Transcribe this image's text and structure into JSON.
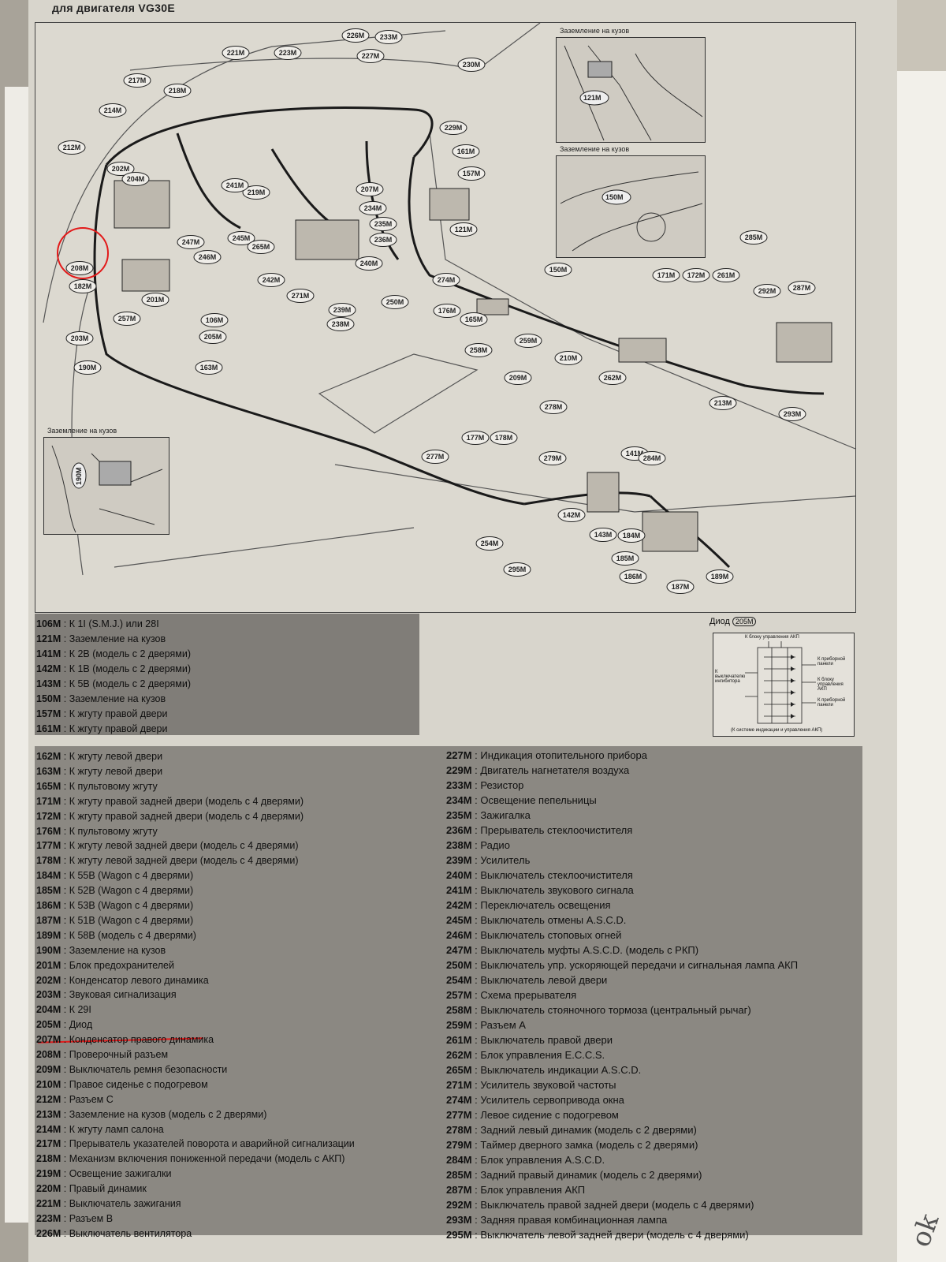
{
  "header": "для двигателя VG30E",
  "insets": {
    "ground1": "Заземление на кузов",
    "ground2": "Заземление на кузов",
    "ground3": "Заземление на кузов"
  },
  "connectors": [
    {
      "id": "106M"
    },
    {
      "id": "121M"
    },
    {
      "id": "121M"
    },
    {
      "id": "141M"
    },
    {
      "id": "142M"
    },
    {
      "id": "143M"
    },
    {
      "id": "150M"
    },
    {
      "id": "150M"
    },
    {
      "id": "157M"
    },
    {
      "id": "161M"
    },
    {
      "id": "163M"
    },
    {
      "id": "165M"
    },
    {
      "id": "171M"
    },
    {
      "id": "172M"
    },
    {
      "id": "176M"
    },
    {
      "id": "177M"
    },
    {
      "id": "178M"
    },
    {
      "id": "182M"
    },
    {
      "id": "184M"
    },
    {
      "id": "185M"
    },
    {
      "id": "186M"
    },
    {
      "id": "187M"
    },
    {
      "id": "189M"
    },
    {
      "id": "190M"
    },
    {
      "id": "190M"
    },
    {
      "id": "201M"
    },
    {
      "id": "202M"
    },
    {
      "id": "203M"
    },
    {
      "id": "204M"
    },
    {
      "id": "205M"
    },
    {
      "id": "207M"
    },
    {
      "id": "208M"
    },
    {
      "id": "209M"
    },
    {
      "id": "210M"
    },
    {
      "id": "212M"
    },
    {
      "id": "213M"
    },
    {
      "id": "214M"
    },
    {
      "id": "217M"
    },
    {
      "id": "218M"
    },
    {
      "id": "219M"
    },
    {
      "id": "221M"
    },
    {
      "id": "223M"
    },
    {
      "id": "226M"
    },
    {
      "id": "227M"
    },
    {
      "id": "229M"
    },
    {
      "id": "230M"
    },
    {
      "id": "233M"
    },
    {
      "id": "234M"
    },
    {
      "id": "235M"
    },
    {
      "id": "236M"
    },
    {
      "id": "238M"
    },
    {
      "id": "239M"
    },
    {
      "id": "240M"
    },
    {
      "id": "241M"
    },
    {
      "id": "242M"
    },
    {
      "id": "245M"
    },
    {
      "id": "246M"
    },
    {
      "id": "247M"
    },
    {
      "id": "250M"
    },
    {
      "id": "254M"
    },
    {
      "id": "257M"
    },
    {
      "id": "258M"
    },
    {
      "id": "259M"
    },
    {
      "id": "261M"
    },
    {
      "id": "262M"
    },
    {
      "id": "265M"
    },
    {
      "id": "271M"
    },
    {
      "id": "274M"
    },
    {
      "id": "277M"
    },
    {
      "id": "278M"
    },
    {
      "id": "279M"
    },
    {
      "id": "284M"
    },
    {
      "id": "285M"
    },
    {
      "id": "287M"
    },
    {
      "id": "292M"
    },
    {
      "id": "293M"
    },
    {
      "id": "295M"
    }
  ],
  "legend_top": [
    {
      "code": "106M",
      "text": "К 1I (S.M.J.) или 28I"
    },
    {
      "code": "121M",
      "text": "Заземление на кузов"
    },
    {
      "code": "141M",
      "text": "К 2В (модель с 2 дверями)"
    },
    {
      "code": "142M",
      "text": "К 1В (модель с 2 дверями)"
    },
    {
      "code": "143M",
      "text": "К 5В (модель с 2 дверями)"
    },
    {
      "code": "150M",
      "text": "Заземление на кузов"
    },
    {
      "code": "157M",
      "text": "К жгуту правой двери"
    },
    {
      "code": "161M",
      "text": "К жгуту правой двери"
    }
  ],
  "legend_left": [
    {
      "code": "162M",
      "text": "К жгуту левой двери"
    },
    {
      "code": "163M",
      "text": "К жгуту левой двери"
    },
    {
      "code": "165M",
      "text": "К пультовому жгуту"
    },
    {
      "code": "171M",
      "text": "К жгуту правой задней двери (модель с 4 дверями)"
    },
    {
      "code": "172M",
      "text": "К жгуту правой задней двери (модель с 4 дверями)"
    },
    {
      "code": "176M",
      "text": "К пультовому жгуту"
    },
    {
      "code": "177M",
      "text": "К жгуту левой задней двери (модель с 4 дверями)"
    },
    {
      "code": "178M",
      "text": "К жгуту левой задней двери (модель с 4 дверями)"
    },
    {
      "code": "184M",
      "text": "К 55В (Wagon с 4 дверями)"
    },
    {
      "code": "185M",
      "text": "К 52В (Wagon с 4 дверями)"
    },
    {
      "code": "186M",
      "text": "К 53В (Wagon с 4 дверями)"
    },
    {
      "code": "187M",
      "text": "К 51В (Wagon с 4 дверями)"
    },
    {
      "code": "189M",
      "text": "К 58В (модель с 4 дверями)"
    },
    {
      "code": "190M",
      "text": "Заземление на кузов"
    },
    {
      "code": "201M",
      "text": "Блок предохранителей"
    },
    {
      "code": "202M",
      "text": "Конденсатор левого динамика"
    },
    {
      "code": "203M",
      "text": "Звуковая сигнализация"
    },
    {
      "code": "204M",
      "text": "К 29I"
    },
    {
      "code": "205M",
      "text": "Диод"
    },
    {
      "code": "207M",
      "text": "Конденсатор правого динамика"
    },
    {
      "code": "208M",
      "text": "Проверочный разъем"
    },
    {
      "code": "209M",
      "text": "Выключатель ремня безопасности"
    },
    {
      "code": "210M",
      "text": "Правое сиденье с подогревом"
    },
    {
      "code": "212M",
      "text": "Разъем С"
    },
    {
      "code": "213M",
      "text": "Заземление на кузов (модель с 2 дверями)"
    },
    {
      "code": "214M",
      "text": "К жгуту ламп салона"
    },
    {
      "code": "217M",
      "text": "Прерыватель указателей поворота и аварийной сигнализации"
    },
    {
      "code": "218M",
      "text": "Механизм включения пониженной передачи (модель с АКП)"
    },
    {
      "code": "219M",
      "text": "Освещение зажигалки"
    },
    {
      "code": "220M",
      "text": "Правый динамик"
    },
    {
      "code": "221M",
      "text": "Выключатель зажигания"
    },
    {
      "code": "223M",
      "text": "Разъем В"
    },
    {
      "code": "226M",
      "text": "Выключатель вентилятора"
    }
  ],
  "legend_right": [
    {
      "code": "227M",
      "text": "Индикация отопительного прибора"
    },
    {
      "code": "229M",
      "text": "Двигатель нагнетателя воздуха"
    },
    {
      "code": "233M",
      "text": "Резистор"
    },
    {
      "code": "234M",
      "text": "Освещение пепельницы"
    },
    {
      "code": "235M",
      "text": "Зажигалка"
    },
    {
      "code": "236M",
      "text": "Прерыватель стеклоочистителя"
    },
    {
      "code": "238M",
      "text": "Радио"
    },
    {
      "code": "239M",
      "text": "Усилитель"
    },
    {
      "code": "240M",
      "text": "Выключатель стеклоочистителя"
    },
    {
      "code": "241M",
      "text": "Выключатель звукового сигнала"
    },
    {
      "code": "242M",
      "text": "Переключатель освещения"
    },
    {
      "code": "245M",
      "text": "Выключатель отмены A.S.C.D."
    },
    {
      "code": "246M",
      "text": "Выключатель стоповых огней"
    },
    {
      "code": "247M",
      "text": "Выключатель муфты A.S.C.D. (модель с РКП)"
    },
    {
      "code": "250M",
      "text": "Выключатель упр. ускоряющей передачи и сигнальная лампа АКП"
    },
    {
      "code": "254M",
      "text": "Выключатель левой двери"
    },
    {
      "code": "257M",
      "text": "Схема прерывателя"
    },
    {
      "code": "258M",
      "text": "Выключатель стояночного тормоза (центральный рычаг)"
    },
    {
      "code": "259M",
      "text": "Разъем А"
    },
    {
      "code": "261M",
      "text": "Выключатель правой двери"
    },
    {
      "code": "262M",
      "text": "Блок управления E.C.C.S."
    },
    {
      "code": "265M",
      "text": "Выключатель индикации A.S.C.D."
    },
    {
      "code": "271M",
      "text": "Усилитель звуковой частоты"
    },
    {
      "code": "274M",
      "text": "Усилитель сервопривода окна"
    },
    {
      "code": "277M",
      "text": "Левое сидение с подогревом"
    },
    {
      "code": "278M",
      "text": "Задний левый динамик (модель с 2 дверями)"
    },
    {
      "code": "279M",
      "text": "Таймер дверного замка (модель с 2 дверями)"
    },
    {
      "code": "284M",
      "text": "Блок управления A.S.C.D."
    },
    {
      "code": "285M",
      "text": "Задний правый динамик (модель с 2 дверями)"
    },
    {
      "code": "287M",
      "text": "Блок управления АКП"
    },
    {
      "code": "292M",
      "text": "Выключатель правой задней двери (модель с 4 дверями)"
    },
    {
      "code": "293M",
      "text": "Задняя правая комбинационная лампа"
    },
    {
      "code": "295M",
      "text": "Выключатель левой задней двери (модель с 4 дверями)"
    }
  ],
  "diode": {
    "title": "Диод",
    "code": "205M",
    "labels": {
      "top": "К блоку управления АКП",
      "left": "К выключателю ингибитора",
      "r1": "К приборной панели",
      "r2": "К блоку управления АКП",
      "r3": "К приборной панели",
      "bottom": "(К системе индикации и управления АКП)"
    }
  },
  "annotation": {
    "circle_color": "#e21a1a",
    "underline_color": "#e21a1a"
  }
}
